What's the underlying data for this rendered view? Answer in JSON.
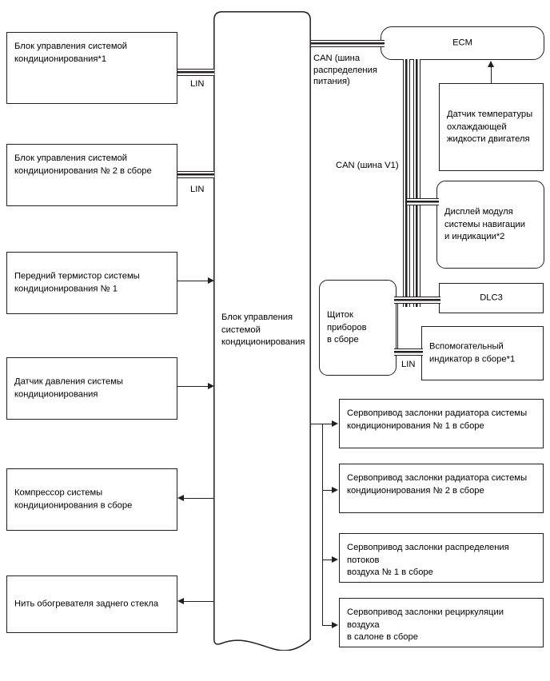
{
  "diagram": {
    "title": "Air conditioning system communication block diagram",
    "main_unit": {
      "label": "Блок управления\nсистемой\nкондиционирования"
    },
    "left_nodes": [
      {
        "id": "ac-control-unit-1",
        "label": "Блок управления системой\nкондиционирования*1",
        "link": "LIN"
      },
      {
        "id": "ac-control-unit-2",
        "label": "Блок управления системой\nкондиционирования № 2 в сборе",
        "link": "LIN"
      },
      {
        "id": "front-thermistor-1",
        "label": "Передний термистор системы\nкондиционирования № 1",
        "link": ""
      },
      {
        "id": "ac-pressure-sensor",
        "label": "Датчик давления системы\nкондиционирования",
        "link": ""
      },
      {
        "id": "ac-compressor",
        "label": "Компрессор системы\nкондиционирования в сборе",
        "link": ""
      },
      {
        "id": "rear-window-defogger",
        "label": "Нить обогревателя заднего стекла",
        "link": ""
      }
    ],
    "right_nodes": [
      {
        "id": "ecm",
        "label": "ECM"
      },
      {
        "id": "engine-coolant-temp-sensor",
        "label": "Датчик температуры\nохлаждающей\nжидкости двигателя"
      },
      {
        "id": "navigation-display-module",
        "label": "Дисплей модуля\nсистемы навигации\nи индикации*2"
      },
      {
        "id": "dlc3",
        "label": "DLC3"
      },
      {
        "id": "combination-meter",
        "label": "Щиток приборов\nв сборе"
      },
      {
        "id": "auxiliary-indicator",
        "label": "Вспомогательный\nиндикатор в сборе*1",
        "link": "LIN"
      }
    ],
    "servo_nodes": [
      {
        "id": "radiator-damper-servo-1",
        "label": "Сервопривод заслонки радиатора системы\nкондиционирования № 1 в сборе"
      },
      {
        "id": "radiator-damper-servo-2",
        "label": "Сервопривод заслонки радиатора системы\nкондиционирования № 2 в сборе"
      },
      {
        "id": "air-distribution-servo-1",
        "label": "Сервопривод заслонки распределения потоков\nвоздуха № 1 в сборе"
      },
      {
        "id": "air-recirculation-servo",
        "label": "Сервопривод заслонки рециркуляции воздуха\nв салоне в сборе"
      }
    ],
    "bus_labels": {
      "can_power": "CAN (шина\nраспределения\nпитания)",
      "can_v1": "CAN (шина V1)",
      "lin_1": "LIN",
      "lin_2": "LIN",
      "lin_aux": "LIN"
    },
    "colors": {
      "stroke": "#231f20",
      "background": "#ffffff",
      "text": "#000000"
    }
  }
}
